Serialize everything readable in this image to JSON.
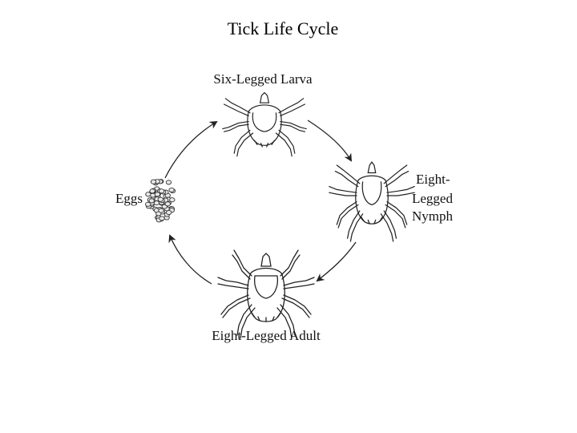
{
  "title": "Tick Life Cycle",
  "stages": {
    "larva": "Six-Legged Larva",
    "nymph": [
      "Eight-",
      "Legged",
      "Nymph"
    ],
    "adult": "Eight-Legged Adult",
    "eggs": "Eggs"
  }
}
